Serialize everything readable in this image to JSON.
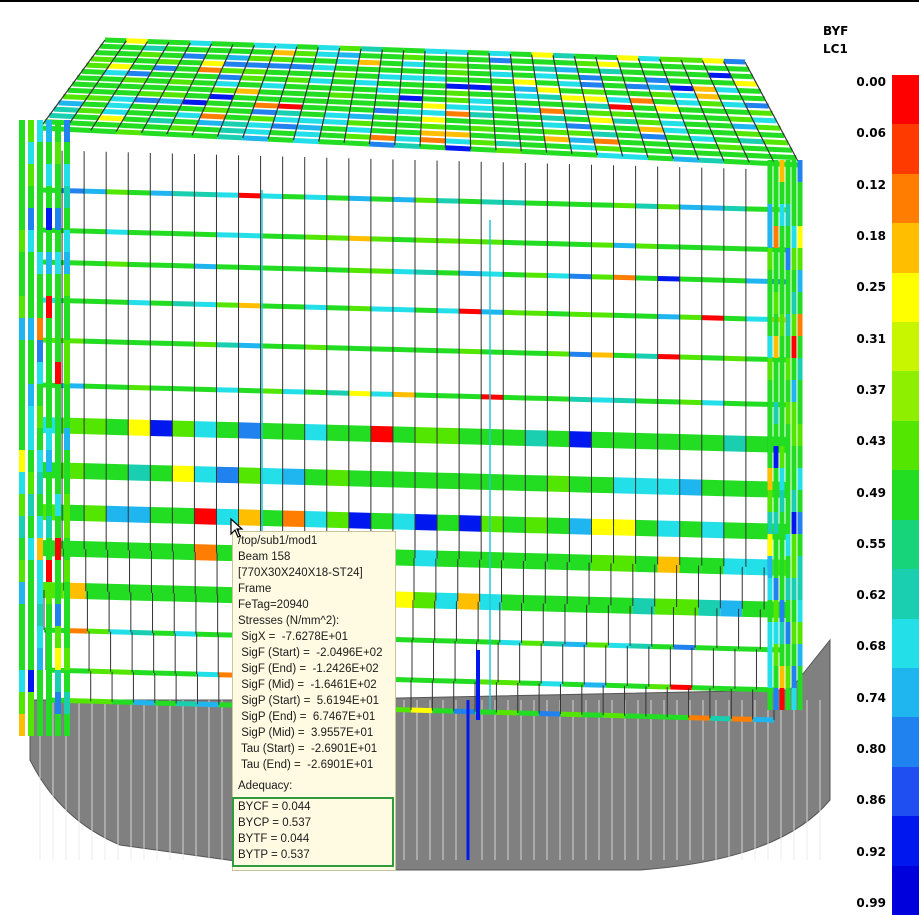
{
  "legend": {
    "title": "BYF",
    "subtitle": "LC1",
    "ticks": [
      "0.00",
      "0.06",
      "0.12",
      "0.18",
      "0.25",
      "0.31",
      "0.37",
      "0.43",
      "0.49",
      "0.55",
      "0.62",
      "0.68",
      "0.74",
      "0.80",
      "0.86",
      "0.92",
      "0.99"
    ],
    "colors": [
      "#ff0000",
      "#ff3a00",
      "#ff7d00",
      "#ffbf00",
      "#ffff00",
      "#c8f500",
      "#8ef000",
      "#53e600",
      "#22dd22",
      "#17d37a",
      "#19cfb0",
      "#22dfe8",
      "#1fb6f0",
      "#1f82ee",
      "#1f4ff0",
      "#0018f0",
      "#0000dd"
    ]
  },
  "tooltip": {
    "path": "/top/sub1/mod1",
    "beam": "Beam 158",
    "section": "[770X30X240X18-ST24]",
    "type": "Frame",
    "fetag": "FeTag=20940",
    "stress_header": "Stresses (N/mm^2):",
    "sigx": " SigX =  -7.6278E+01",
    "sigf_start": " SigF (Start) =  -2.0496E+02",
    "sigf_end": " SigF (End) =  -1.2426E+02",
    "sigf_mid": " SigF (Mid) =  -1.6461E+02",
    "sigp_start": " SigP (Start) =  5.6194E+01",
    "sigp_end": " SigP (End) =  6.7467E+01",
    "sigp_mid": " SigP (Mid) =  3.9557E+01",
    "tau_start": " Tau (Start) =  -2.6901E+01",
    "tau_end": " Tau (End) =  -2.6901E+01",
    "adequacy": "Adequacy:",
    "bycf": "BYCF = 0.044",
    "bycp": "BYCP = 0.537",
    "bytf": "BYTF = 0.044",
    "bytp": "BYTP = 0.537"
  }
}
